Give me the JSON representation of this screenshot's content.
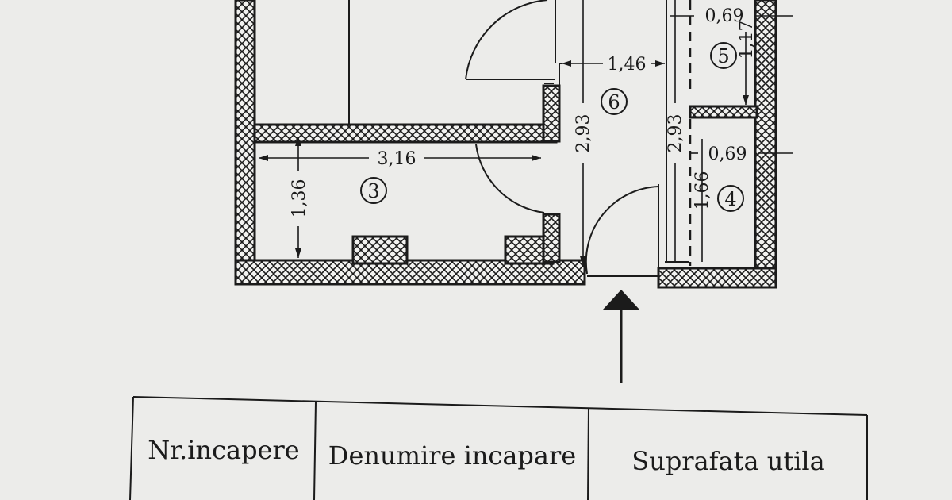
{
  "dimensions": {
    "d_3_16": "3,16",
    "d_1_36": "1,36",
    "d_1_46": "1,46",
    "d_2_93_a": "2,93",
    "d_2_93_b": "2,93",
    "d_0_69_a": "0,69",
    "d_0_69_b": "0,69",
    "d_1_66": "1,66",
    "d_1_17": "1,17"
  },
  "rooms": {
    "r3": "3",
    "r4": "4",
    "r5": "5",
    "r6": "6"
  },
  "table": {
    "headers": [
      "Nr.incapere",
      "Denumire incapare",
      "Suprafata utila"
    ]
  }
}
